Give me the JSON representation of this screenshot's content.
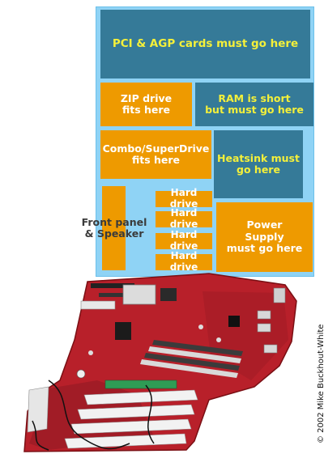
{
  "labels": {
    "pci_agp": "PCI & AGP cards must go here",
    "zip_line1": "ZIP drive",
    "zip_line2": "fits here",
    "ram_line1": "RAM is short",
    "ram_line2": "but must go here",
    "combo_line1": "Combo/SuperDrive",
    "combo_line2": "fits here",
    "heatsink_line1": "Heatsink must",
    "heatsink_line2": "go here",
    "front_panel_line1": "Front panel",
    "front_panel_line2": "& Speaker",
    "hard_drives": [
      "Hard drive",
      "Hard drive",
      "Hard drive",
      "Hard drive"
    ],
    "power_line1": "Power",
    "power_line2": "Supply",
    "power_line3": "must go here"
  },
  "copyright": "© 2002 Mike Buckhout-White",
  "colors": {
    "panel_bg": "#8fd3f5",
    "teal": "#357a98",
    "orange": "#ee9a00",
    "yellow_text": "#f4f03a",
    "board_red": "#b8202a"
  }
}
